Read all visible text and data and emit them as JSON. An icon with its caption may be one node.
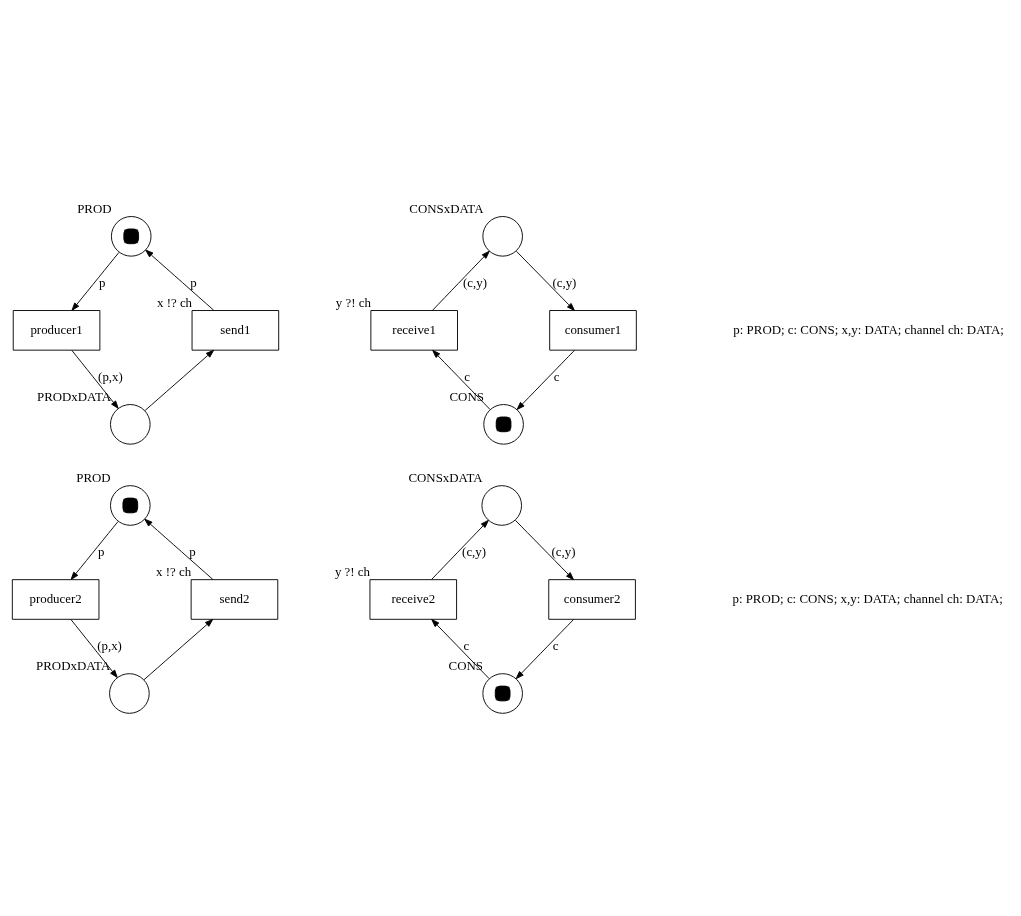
{
  "diagram": {
    "nodes": [
      {
        "text": [],
        "shape": "token",
        "beside": [
          "PROD"
        ]
      },
      {
        "text": [],
        "shape": "circle",
        "beside": [
          "CONSxDATA"
        ]
      },
      {
        "text": [
          "producer1"
        ]
      },
      {
        "text": [
          "send1"
        ],
        "beside": [
          "x !? ch"
        ]
      },
      {
        "text": [
          "receive1"
        ],
        "beside": [
          "y ?! ch"
        ]
      },
      {
        "text": [
          "consumer1"
        ]
      },
      {
        "text": [],
        "shape": "circle",
        "beside": [
          "PRODxDATA"
        ]
      },
      {
        "text": [],
        "shape": "token",
        "beside": [
          "CONS"
        ]
      },
      {
        "text": [],
        "shape": "token",
        "beside": [
          "PROD"
        ]
      },
      {
        "text": [],
        "shape": "circle",
        "beside": [
          "CONSxDATA"
        ]
      },
      {
        "text": [
          "producer2"
        ]
      },
      {
        "text": [
          "send2"
        ],
        "beside": [
          "x !? ch"
        ]
      },
      {
        "text": [
          "receive2"
        ],
        "beside": [
          "y ?! ch"
        ]
      },
      {
        "text": [
          "consumer2"
        ]
      },
      {
        "text": [],
        "shape": "circle",
        "beside": [
          "PRODxDATA"
        ]
      },
      {
        "text": [],
        "shape": "token",
        "beside": [
          "CONS"
        ]
      }
    ],
    "edges": [
      {
        "from": 0,
        "to": 2,
        "arrow": "to",
        "label": "p"
      },
      {
        "from": 3,
        "to": 0,
        "arrow": "to",
        "label": "p"
      },
      {
        "from": 4,
        "to": 1,
        "arrow": "to",
        "label": "(c,y)"
      },
      {
        "from": 1,
        "to": 5,
        "arrow": "to",
        "label": "(c,y)"
      },
      {
        "from": 2,
        "to": 6,
        "arrow": "to",
        "label": "(p,x)"
      },
      {
        "from": 6,
        "to": 3,
        "arrow": "to"
      },
      {
        "from": 7,
        "to": 4,
        "arrow": "to",
        "label": "c"
      },
      {
        "from": 5,
        "to": 7,
        "arrow": "to",
        "label": "c"
      },
      {
        "from": 8,
        "to": 10,
        "arrow": "to",
        "label": "p"
      },
      {
        "from": 11,
        "to": 8,
        "arrow": "to",
        "label": "p"
      },
      {
        "from": 12,
        "to": 9,
        "arrow": "to",
        "label": "(c,y)"
      },
      {
        "from": 9,
        "to": 13,
        "arrow": "to",
        "label": "(c,y)"
      },
      {
        "from": 10,
        "to": 14,
        "arrow": "to",
        "label": "(p,x)"
      },
      {
        "from": 14,
        "to": 11,
        "arrow": "to"
      },
      {
        "from": 15,
        "to": 12,
        "arrow": "to",
        "label": "c"
      },
      {
        "from": 13,
        "to": 15,
        "arrow": "to",
        "label": "c"
      }
    ],
    "labels": [
      "p: PROD; c: CONS; x,y: DATA; channel ch: DATA;",
      "p: PROD; c: CONS; x,y: DATA; channel ch: DATA;"
    ]
  }
}
